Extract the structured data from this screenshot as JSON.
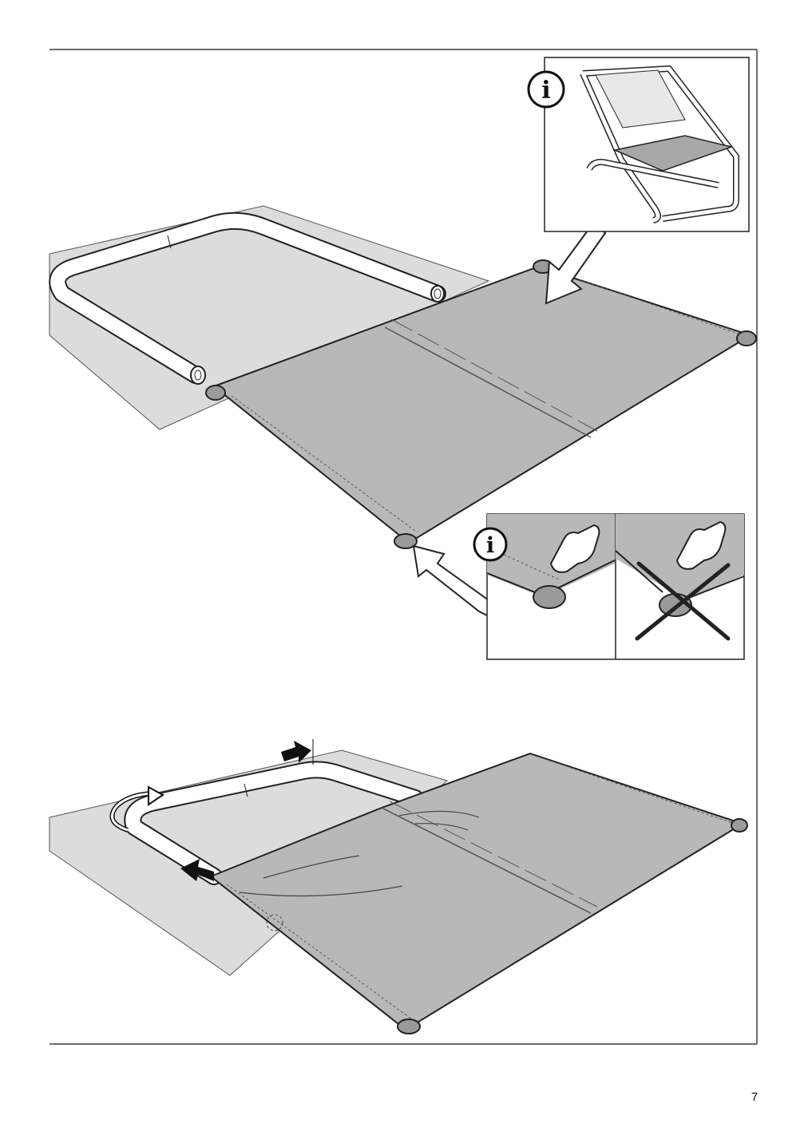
{
  "manual": {
    "page_number": "7",
    "info_glyph": "i",
    "step_top": {
      "illustration": "fabric-sleeve-onto-frame",
      "inset_chair": {
        "icon": "info-icon"
      },
      "inset_fold": {
        "icon": "info-icon",
        "correct": "hand-pointing-icon",
        "wrong": "crossed-out-icon"
      }
    },
    "step_bottom": {
      "illustration": "pull-fabric-over-frame",
      "arrows": [
        "arrow-right-icon",
        "rotate-arrow-icon",
        "arrow-left-icon"
      ]
    }
  },
  "colors": {
    "fabric": "#b8b8b8",
    "fabric_dark": "#9a9a9a",
    "floor": "#dcdcdc",
    "tube": "#ffffff",
    "line": "#1a1a1a"
  }
}
